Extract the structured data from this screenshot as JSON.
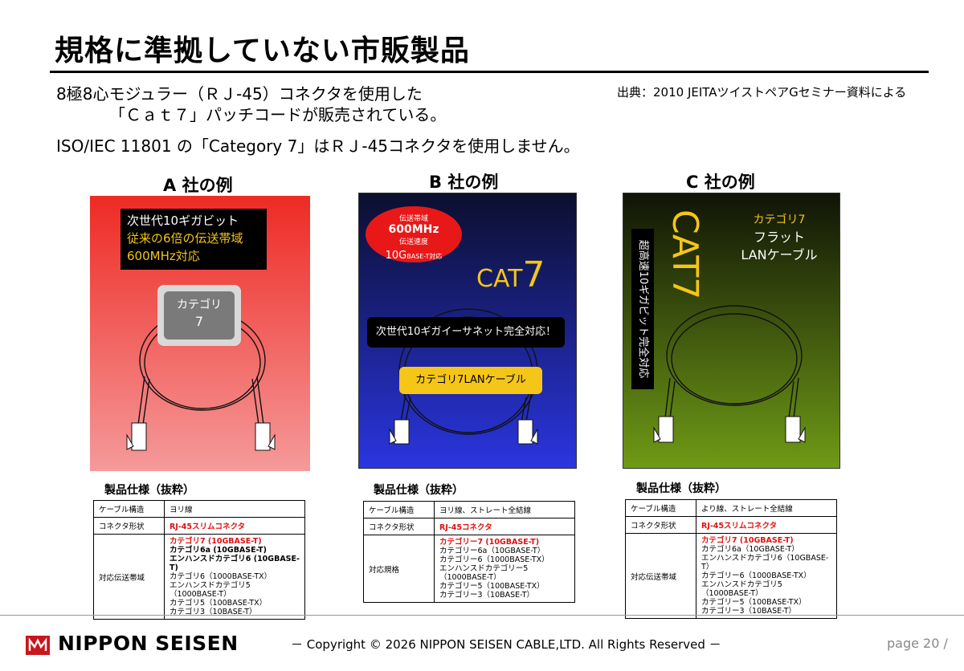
{
  "title": "規格に準拠していない市販製品",
  "intro": {
    "line1": "8極8心モジュラー（ＲＪ-45）コネクタを使用した",
    "line2": "「Ｃａｔ７」パッチコードが販売されている。",
    "line3": "ISO/IEC 11801 の「Category 7」はＲＪ-45コネクタを使用しません。"
  },
  "source": "出典：2010 JEITAツイストペアGセミナー資料による",
  "companies": [
    {
      "title": "A 社の例",
      "box_lines": [
        "次世代10ギガビット",
        "従来の6倍の伝送帯域",
        "600MHz対応"
      ],
      "badge_lines": [
        "カテゴリ",
        "7"
      ],
      "spec_heading": "製品仕様（抜粋）",
      "rows": [
        {
          "key": "ケーブル構造",
          "value": [
            "ヨリ線"
          ]
        },
        {
          "key": "コネクタ形状",
          "value": [
            "RJ-45スリムコネクタ"
          ]
        },
        {
          "key": "対応伝送帯域",
          "value": [
            "カテゴリ7 (10GBASE-T)",
            "カテゴリ6a (10GBASE-T)",
            "エンハンスドカテゴリ6 (10GBASE-T)",
            "カテゴリ6（1000BASE-TX）",
            "エンハンスドカテゴリ5（1000BASE-T）",
            "カテゴリ5（100BASE-TX）",
            "カテゴリ3（10BASE-T）"
          ]
        }
      ]
    },
    {
      "title": "B 社の例",
      "ellipse": {
        "l1": "伝送帯域",
        "l2": "600MHz",
        "l3": "伝送速度",
        "l4a": "10G",
        "l4b": "BASE-T対応"
      },
      "cat_text": "CAT",
      "cat_num": "7",
      "banner": "次世代10ギガイーサネット完全対応！",
      "yellow": "カテゴリ7LANケーブル",
      "spec_heading": "製品仕様（抜粋）",
      "rows": [
        {
          "key": "ケーブル構造",
          "value": [
            "ヨリ線、ストレート全結線"
          ]
        },
        {
          "key": "コネクタ形状",
          "value": [
            "RJ-45コネクタ"
          ]
        },
        {
          "key": "対応規格",
          "value": [
            "カテゴリー7 (10GBASE-T)",
            "カテゴリー6a（10GBASE-T）",
            "カテゴリー6（1000BASE-TX）",
            "エンハンスドカテゴリー5（1000BASE-T）",
            "カテゴリー5（100BASE-TX）",
            "カテゴリー3（10BASE-T）"
          ]
        }
      ]
    },
    {
      "title": "C 社の例",
      "big_text": "CAT7",
      "vertical": "超高速10ギガビット完全対応",
      "right_lines": [
        "カテゴリ7",
        "フラット",
        "LANケーブル"
      ],
      "spec_heading": "製品仕様（抜粋）",
      "rows": [
        {
          "key": "ケーブル構造",
          "value": [
            "より線、ストレート全結線"
          ]
        },
        {
          "key": "コネクタ形状",
          "value": [
            "RJ-45スリムコネクタ"
          ]
        },
        {
          "key": "対応伝送帯域",
          "value": [
            "カテゴリ7 (10GBASE-T)",
            "カテゴリ6a（10GBASE-T）",
            "エンハンスドカテゴリ6（10GBASE-T）",
            "カテゴリー6（1000BASE-TX）",
            "エンハンスドカテゴリ5（1000BASE-T）",
            "カテゴリー5（100BASE-TX）",
            "カテゴリー3（10BASE-T）"
          ]
        }
      ]
    }
  ],
  "footer": {
    "logo": "NIPPON SEISEN",
    "copyright": "－ Copyright © 2026 NIPPON SEISEN CABLE,LTD.  All Rights Reserved －",
    "page": "page 20 /"
  },
  "colors": {
    "red": "#e01010",
    "yellow": "#f5c518",
    "logo_red": "#c8161d"
  }
}
